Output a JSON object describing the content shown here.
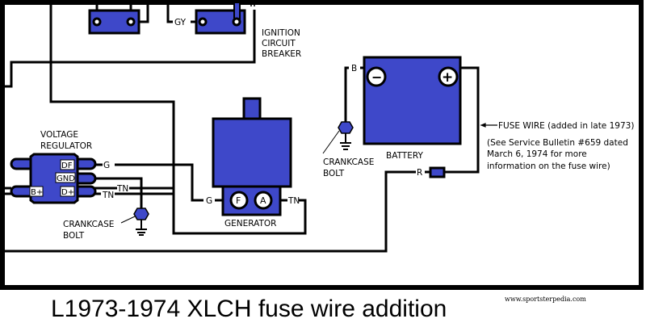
{
  "colors": {
    "component": "#3e48c9",
    "wire": "#000000",
    "background": "#ffffff"
  },
  "labels": {
    "ignition_circuit_breaker": [
      "IGNITION",
      "CIRCUIT",
      "BREAKER"
    ],
    "voltage_regulator": [
      "VOLTAGE",
      "REGULATOR"
    ],
    "regulator_terminals": {
      "df": "DF",
      "gnd": "GND",
      "bplus": "B+",
      "dplus": "D+"
    },
    "generator": "GENERATOR",
    "generator_terminals": {
      "f": "F",
      "a": "A"
    },
    "battery": "BATTERY",
    "battery_terminals": {
      "neg": "−",
      "pos": "+"
    },
    "crankcase_bolt": [
      "CRANKCASE",
      "BOLT"
    ],
    "wire_colors": {
      "gy": "GY",
      "g": "G",
      "tn": "TN",
      "b": "B",
      "r": "R"
    },
    "fuse_wire": "FUSE WIRE (added in late 1973)",
    "note": [
      "(See Service Bulletin #659 dated",
      "March 6, 1974 for more",
      "information on the fuse wire)"
    ]
  },
  "title": "L1973-1974 XLCH fuse wire addition",
  "website": "www.sportsterpedia.com"
}
